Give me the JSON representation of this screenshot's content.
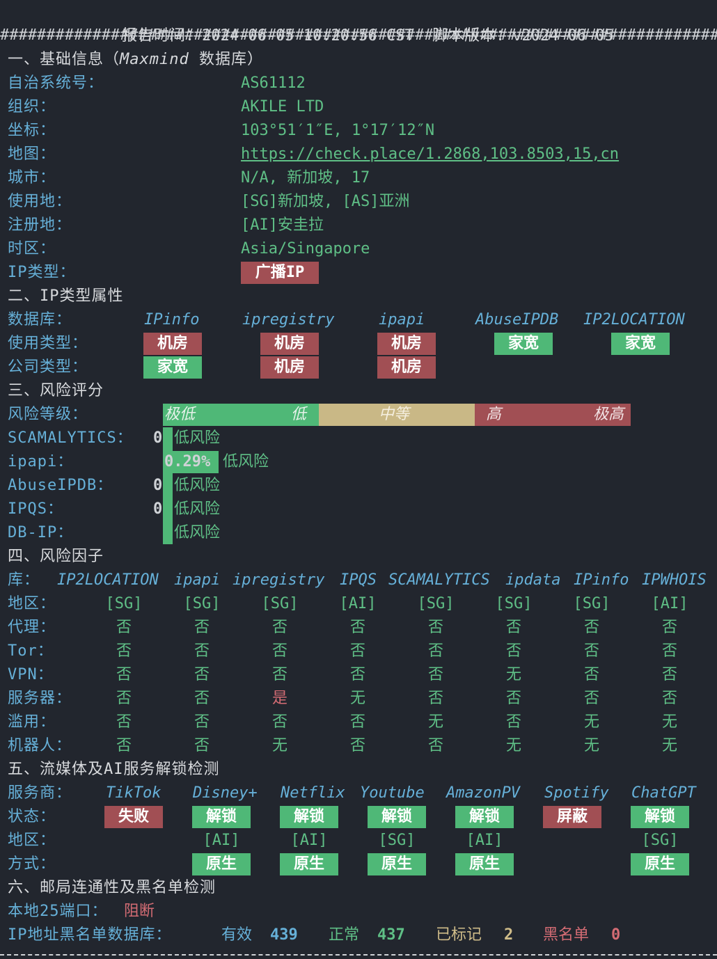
{
  "header": {
    "report_time_label": "报告时间：",
    "report_time": "2024-06-05 10:20:56 CST",
    "version_label": "脚本版本：",
    "version": "v2024-06-05"
  },
  "separator": "#########################################################################################################",
  "basic": {
    "title_prefix": "一、基础信息（",
    "title_db": "Maxmind",
    "title_suffix": " 数据库）",
    "rows": [
      {
        "label": "自治系统号：",
        "value": "AS61112"
      },
      {
        "label": "组织：",
        "value": "AKILE LTD"
      },
      {
        "label": "坐标：",
        "value": "103°51′1″E, 1°17′12″N"
      },
      {
        "label": "地图：",
        "value": "https://check.place/1.2868,103.8503,15,cn"
      },
      {
        "label": "城市：",
        "value": "N/A, 新加坡, 17"
      },
      {
        "label": "使用地：",
        "value": "[SG]新加坡, [AS]亚洲"
      },
      {
        "label": "注册地：",
        "value": "[AI]安圭拉"
      },
      {
        "label": "时区：",
        "value": "Asia/Singapore"
      },
      {
        "label": "IP类型：",
        "value": "广播IP"
      }
    ]
  },
  "iptype": {
    "title": "二、IP类型属性",
    "db_label": "数据库：",
    "usage_label": "使用类型：",
    "company_label": "公司类型：",
    "dbs": [
      "IPinfo",
      "ipregistry",
      "ipapi",
      "AbuseIPDB",
      "IP2LOCATION"
    ],
    "usage": [
      "机房",
      "机房",
      "机房",
      "家宽",
      "家宽"
    ],
    "company": [
      "家宽",
      "机房",
      "机房",
      "",
      ""
    ]
  },
  "risk": {
    "title": "三、风险评分",
    "level_label": "风险等级：",
    "scale": [
      "极低",
      "低",
      "中等",
      "高",
      "极高"
    ],
    "items": [
      {
        "label": "SCAMALYTICS：",
        "score": "0",
        "text": "低风险"
      },
      {
        "label": "ipapi：",
        "score": "0.29%",
        "text": "低风险"
      },
      {
        "label": "AbuseIPDB：",
        "score": "0",
        "text": "低风险"
      },
      {
        "label": "IPQS：",
        "score": "0",
        "text": "低风险"
      },
      {
        "label": "DB-IP：",
        "score": "",
        "text": "低风险"
      }
    ]
  },
  "factors": {
    "title": "四、风险因子",
    "db_label": "库：",
    "dbs": [
      "IP2LOCATION",
      "ipapi",
      "ipregistry",
      "IPQS",
      "SCAMALYTICS",
      "ipdata",
      "IPinfo",
      "IPWHOIS"
    ],
    "rows": [
      {
        "label": "地区：",
        "values": [
          "[SG]",
          "[SG]",
          "[SG]",
          "[AI]",
          "[SG]",
          "[SG]",
          "[SG]",
          "[AI]"
        ]
      },
      {
        "label": "代理：",
        "values": [
          "否",
          "否",
          "否",
          "否",
          "否",
          "否",
          "否",
          "否"
        ]
      },
      {
        "label": "Tor：",
        "values": [
          "否",
          "否",
          "否",
          "否",
          "否",
          "否",
          "否",
          "否"
        ]
      },
      {
        "label": "VPN：",
        "values": [
          "否",
          "否",
          "否",
          "否",
          "否",
          "无",
          "否",
          "否"
        ]
      },
      {
        "label": "服务器：",
        "values": [
          "否",
          "否",
          "是",
          "无",
          "否",
          "否",
          "否",
          "否"
        ]
      },
      {
        "label": "滥用：",
        "values": [
          "否",
          "否",
          "否",
          "否",
          "无",
          "否",
          "无",
          "无"
        ]
      },
      {
        "label": "机器人：",
        "values": [
          "否",
          "否",
          "无",
          "否",
          "否",
          "无",
          "无",
          "无"
        ]
      }
    ]
  },
  "streaming": {
    "title": "五、流媒体及AI服务解锁检测",
    "provider_label": "服务商：",
    "status_label": "状态：",
    "region_label": "地区：",
    "method_label": "方式：",
    "services": [
      {
        "name": "TikTok",
        "status": "失败",
        "region": "",
        "method": ""
      },
      {
        "name": "Disney+",
        "status": "解锁",
        "region": "[AI]",
        "method": "原生"
      },
      {
        "name": "Netflix",
        "status": "解锁",
        "region": "[AI]",
        "method": "原生"
      },
      {
        "name": "Youtube",
        "status": "解锁",
        "region": "[SG]",
        "method": "原生"
      },
      {
        "name": "AmazonPV",
        "status": "解锁",
        "region": "[AI]",
        "method": "原生"
      },
      {
        "name": "Spotify",
        "status": "屏蔽",
        "region": "",
        "method": ""
      },
      {
        "name": "ChatGPT",
        "status": "解锁",
        "region": "[SG]",
        "method": "原生"
      }
    ]
  },
  "mail": {
    "title": "六、邮局连通性及黑名单检测",
    "port_label": "本地25端口：",
    "port_status": "阻断",
    "bl_label": "IP地址黑名单数据库：",
    "valid_label": "有效",
    "valid": "439",
    "normal_label": "正常",
    "normal": "437",
    "marked_label": "已标记",
    "marked": "2",
    "black_label": "黑名单",
    "black": "0"
  },
  "colors": {
    "background": "#22262e",
    "green": "#5fbf86",
    "cyan": "#66b0d8",
    "red_tag": "#a14f54",
    "green_tag": "#4fb877",
    "yellow": "#cfbc89",
    "red_text": "#d46c74"
  }
}
